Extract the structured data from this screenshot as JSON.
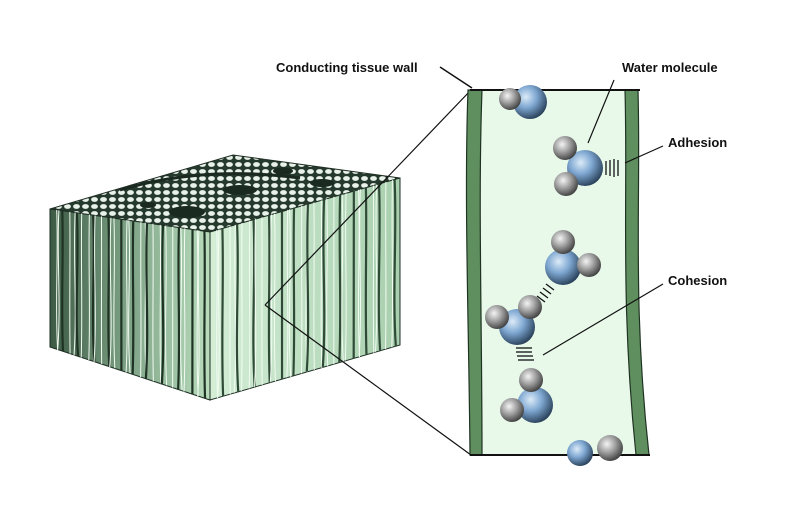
{
  "labels": {
    "wall": "Conducting tissue wall",
    "water": "Water molecule",
    "adhesion": "Adhesion",
    "cohesion": "Cohesion"
  },
  "colors": {
    "tube_fill": "#e6f8e8",
    "tube_wall": "#5f8f5f",
    "block_front": "#cfe9cf",
    "block_side": "#e2f4e2",
    "block_top": "#2f4a36",
    "oxygen": "#6f9ccb",
    "hydrogen": "#8d8d8d"
  }
}
